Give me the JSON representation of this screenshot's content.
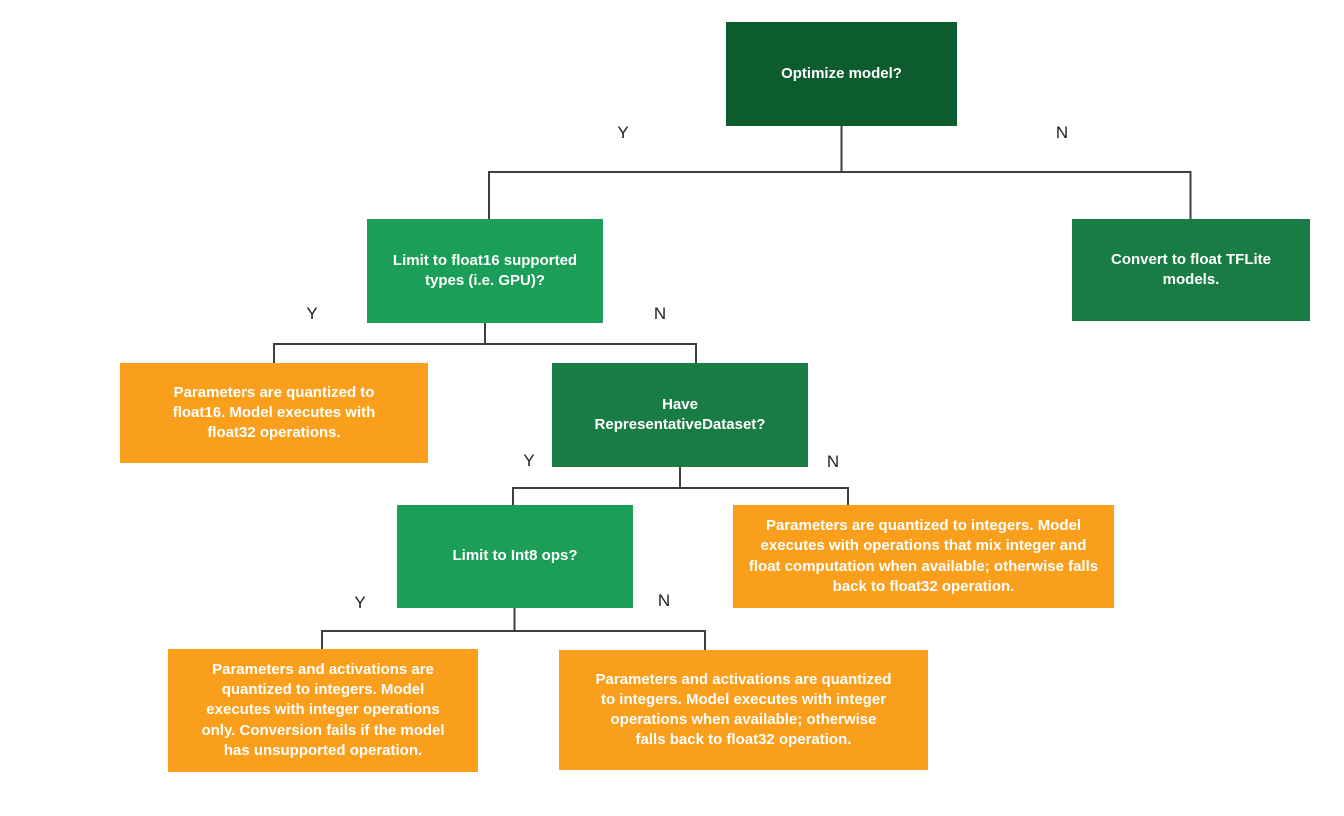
{
  "diagram": {
    "type": "decision-tree-flowchart",
    "topic": "TFLite model optimization / quantization decision tree",
    "nodes": {
      "optimize": {
        "label": "Optimize model?",
        "kind": "decision",
        "color": "#0d5c2e"
      },
      "limit_float16": {
        "label": "Limit to float16 supported types (i.e. GPU)?",
        "kind": "decision",
        "color": "#1b9e58"
      },
      "convert_float": {
        "label": "Convert to float TFLite models.",
        "kind": "outcome",
        "color": "#1a7c45"
      },
      "quantized_float16": {
        "label": "Parameters are quantized to float16. Model executes with float32 operations.",
        "kind": "outcome",
        "color": "#f99f1b"
      },
      "have_dataset": {
        "label": "Have RepresentativeDataset?",
        "kind": "decision",
        "color": "#1a7c45"
      },
      "limit_int8": {
        "label": "Limit to Int8 ops?",
        "kind": "decision",
        "color": "#1b9e58"
      },
      "quantized_mixed": {
        "label": "Parameters are quantized to integers. Model executes with operations that mix integer and float computation when available; otherwise falls back to float32 operation.",
        "kind": "outcome",
        "color": "#f99f1b"
      },
      "quantized_int_only": {
        "label": "Parameters and activations are quantized to integers. Model executes with integer operations only. Conversion fails if the model has unsupported operation.",
        "kind": "outcome",
        "color": "#f99f1b"
      },
      "quantized_int_fallback": {
        "label": "Parameters and activations are quantized to integers. Model executes with integer operations when available; otherwise falls back to float32 operation.",
        "kind": "outcome",
        "color": "#f99f1b"
      }
    },
    "edge_labels": {
      "yes": "Y",
      "no": "N"
    },
    "edges": [
      {
        "from": "optimize",
        "label": "Y",
        "to": "limit_float16"
      },
      {
        "from": "optimize",
        "label": "N",
        "to": "convert_float"
      },
      {
        "from": "limit_float16",
        "label": "Y",
        "to": "quantized_float16"
      },
      {
        "from": "limit_float16",
        "label": "N",
        "to": "have_dataset"
      },
      {
        "from": "have_dataset",
        "label": "Y",
        "to": "limit_int8"
      },
      {
        "from": "have_dataset",
        "label": "N",
        "to": "quantized_mixed"
      },
      {
        "from": "limit_int8",
        "label": "Y",
        "to": "quantized_int_only"
      },
      {
        "from": "limit_int8",
        "label": "N",
        "to": "quantized_int_fallback"
      }
    ],
    "colors": {
      "dark_green": "#0d5c2e",
      "medium_green": "#1a7c45",
      "bright_green": "#1b9e58",
      "orange": "#f99f1b",
      "line": "#3f3f3f",
      "node_text": "#ffffff",
      "edge_label_text": "#212121",
      "background": "#ffffff"
    }
  }
}
